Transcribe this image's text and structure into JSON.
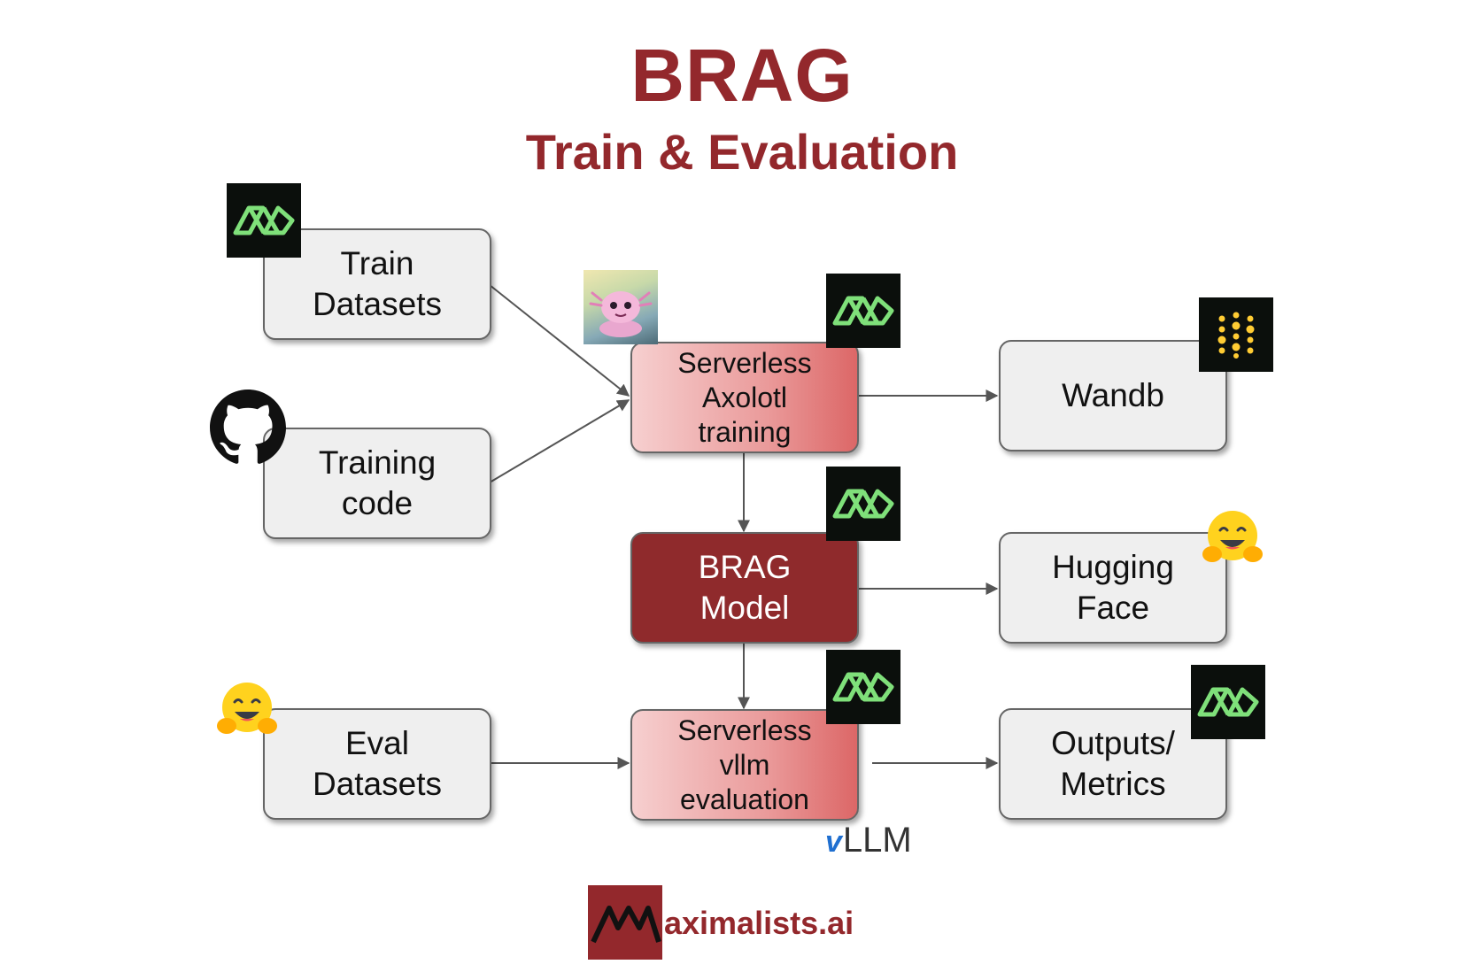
{
  "title": "BRAG",
  "subtitle": "Train & Evaluation",
  "nodes": {
    "train_datasets": "Train\nDatasets",
    "training_code": "Training\ncode",
    "axolotl": "Serverless\nAxolotl\ntraining",
    "wandb": "Wandb",
    "brag_model": "BRAG\nModel",
    "hugging_face": "Hugging\nFace",
    "eval_datasets": "Eval\nDatasets",
    "vllm_eval": "Serverless\nvllm\nevaluation",
    "outputs": "Outputs/\nMetrics"
  },
  "vllm_logo": {
    "mark": "v",
    "text": "LLM"
  },
  "brand": {
    "text": "aximalists.ai"
  },
  "colors": {
    "title": "#93282c",
    "model_box": "#8f2a2c",
    "modal_badge": "#0b0f0c",
    "modal_logo": "#7fe07a",
    "wandb_dots": "#ffcc33"
  },
  "icons": {
    "modal": "modal-logo-icon",
    "github": "github-icon",
    "hugging_face": "hugging-face-icon",
    "wandb": "wandb-icon",
    "axolotl": "axolotl-icon"
  }
}
